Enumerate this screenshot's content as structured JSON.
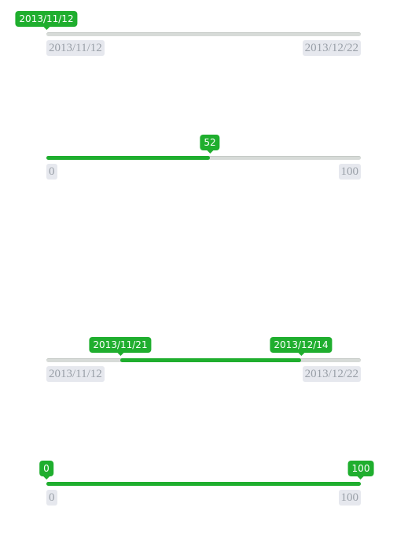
{
  "sliders": [
    {
      "kind": "single",
      "min_label": "2013/11/12",
      "max_label": "2013/12/22",
      "value_label": "2013/11/12",
      "from": 0.0
    },
    {
      "kind": "single-filled",
      "min_label": "0",
      "max_label": "100",
      "value_label": "52",
      "from": 0.52
    },
    {
      "kind": "range",
      "min_label": "2013/11/12",
      "max_label": "2013/12/22",
      "from_label": "2013/11/21",
      "to_label": "2013/12/14",
      "from": 0.235,
      "to": 0.81
    },
    {
      "kind": "range",
      "min_label": "0",
      "max_label": "100",
      "from_label": "0",
      "to_label": "100",
      "from": 0.0,
      "to": 1.0
    }
  ],
  "colors": {
    "accent": "#1fae2e",
    "track": "#d7dbd8",
    "label_bg": "#e6e8ee",
    "label_text": "#9aa0a8"
  }
}
